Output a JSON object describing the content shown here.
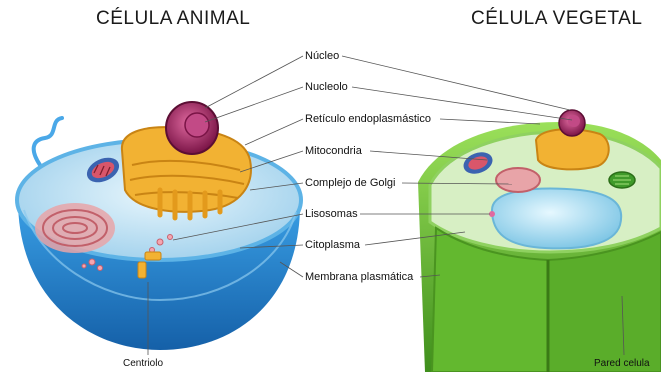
{
  "titles": {
    "animal": "CÉLULA ANIMAL",
    "vegetal": "CÉLULA VEGETAL"
  },
  "labels": {
    "nucleo": "Núcleo",
    "nucleolo": "Nucleolo",
    "reticulo": "Retículo endoplasmástico",
    "mitocondria": "Mitocondria",
    "golgi": "Complejo de Golgi",
    "lisosomas": "Lisosomas",
    "citoplasma": "Citoplasma",
    "membrana": "Membrana plasmática",
    "centriolo": "Centriolo",
    "pared": "Pared celula"
  },
  "colors": {
    "animal_membrane": "#2f8fd8",
    "animal_cytoplasm": "#bfe3f5",
    "nucleus": "#b0306a",
    "golgi": "#f2b233",
    "mitochondria": "#d9566a",
    "plant_wall": "#6cc23a",
    "plant_cytoplasm": "#d7efc4",
    "vacuole": "#9fd8ee"
  }
}
